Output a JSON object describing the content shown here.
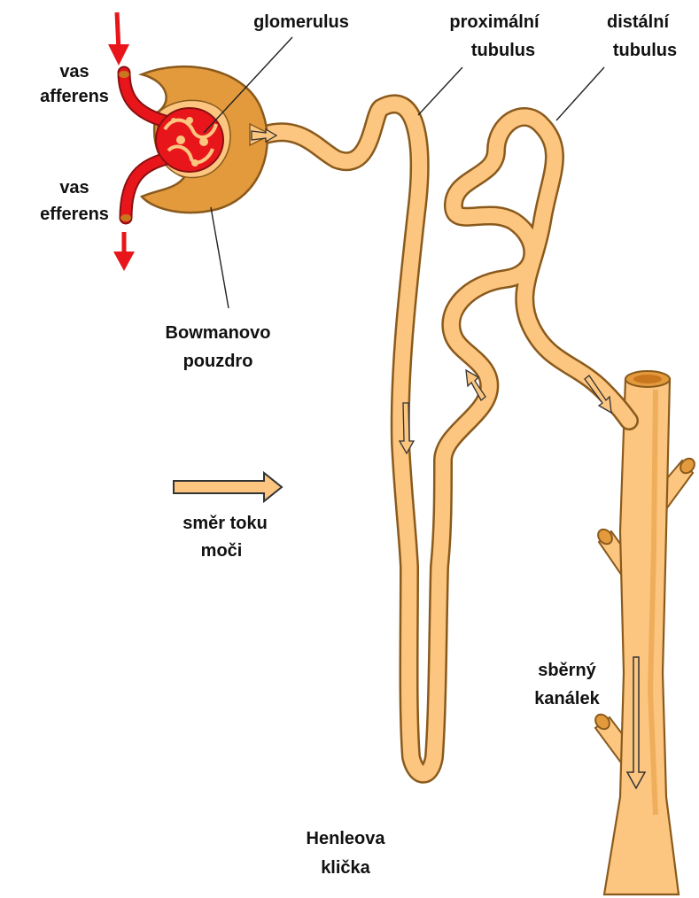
{
  "labels": {
    "glomerulus": "glomerulus",
    "proximal_line1": "proximální",
    "proximal_line2": "tubulus",
    "distal_line1": "distální",
    "distal_line2": "tubulus",
    "afferens_line1": "vas",
    "afferens_line2": "afferens",
    "efferens_line1": "vas",
    "efferens_line2": "efferens",
    "bowman_line1": "Bowmanovo",
    "bowman_line2": "pouzdro",
    "legend_line1": "směr toku",
    "legend_line2": "moči",
    "collecting_line1": "sběrný",
    "collecting_line2": "kanálek",
    "henle_line1": "Henleova",
    "henle_line2": "klička"
  },
  "colors": {
    "tubule_fill": "#fcc680",
    "tubule_outline": "#8a5a1c",
    "capsule": "#e39a3c",
    "vessel": "#e8161b",
    "flow_arrow": "#e8161b",
    "label_text": "#111111"
  },
  "icons": {
    "flow_direction": "hollow-arrow-icon",
    "blood_flow": "red-arrow-icon"
  }
}
